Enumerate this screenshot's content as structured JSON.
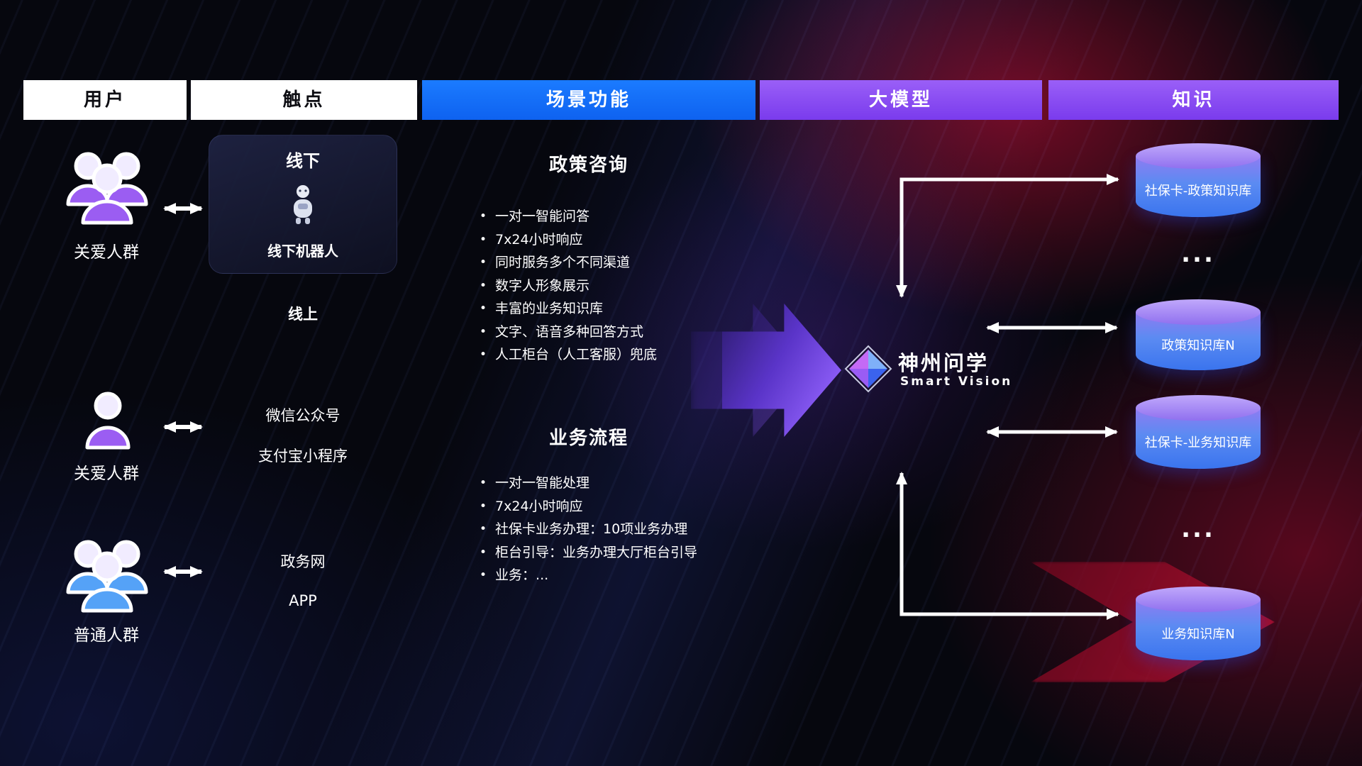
{
  "headers": [
    {
      "label": "用户"
    },
    {
      "label": "触点"
    },
    {
      "label": "场景功能"
    },
    {
      "label": "大模型"
    },
    {
      "label": "知识"
    }
  ],
  "users": [
    {
      "label": "关爱人群",
      "icon": "user-group",
      "color": "purple"
    },
    {
      "label": "关爱人群",
      "icon": "user-single",
      "color": "purple"
    },
    {
      "label": "普通人群",
      "icon": "user-group",
      "color": "blue"
    }
  ],
  "touchpoints": {
    "offline_title": "线下",
    "offline_robot": "线下机器人",
    "online_title": "线上",
    "channels": [
      "微信公众号",
      "支付宝小程序",
      "政务网",
      "APP"
    ]
  },
  "scenarios": [
    {
      "title": "政策咨询",
      "items": [
        "一对一智能问答",
        "7x24小时响应",
        "同时服务多个不同渠道",
        "数字人形象展示",
        "丰富的业务知识库",
        "文字、语音多种回答方式",
        "人工柜台（人工客服）兜底"
      ]
    },
    {
      "title": "业务流程",
      "items": [
        "一对一智能处理",
        "7x24小时响应",
        "社保卡业务办理：10项业务办理",
        "柜台引导：业务办理大厅柜台引导",
        "业务：..."
      ]
    }
  ],
  "model": {
    "name": "神州问学",
    "subtitle": "Smart Vision",
    "icon": "diamond-logo"
  },
  "knowledge": [
    {
      "label": "社保卡-政策知识库",
      "type": "database"
    },
    {
      "label": "...",
      "type": "ellipsis"
    },
    {
      "label": "政策知识库N",
      "type": "database"
    },
    {
      "label": "社保卡-业务知识库",
      "type": "database"
    },
    {
      "label": "...",
      "type": "ellipsis"
    },
    {
      "label": "业务知识库N",
      "type": "database"
    }
  ],
  "colors": {
    "header_blue": "#1470f4",
    "header_purple": "#8a4ef2",
    "cylinder_top": "#a98df6",
    "cylinder_body": "#3f7bef",
    "accent_red": "#c00f37",
    "arrow_purple": "#7b47f0",
    "user_purple": "#9b5df2",
    "user_blue": "#55a2f7"
  }
}
